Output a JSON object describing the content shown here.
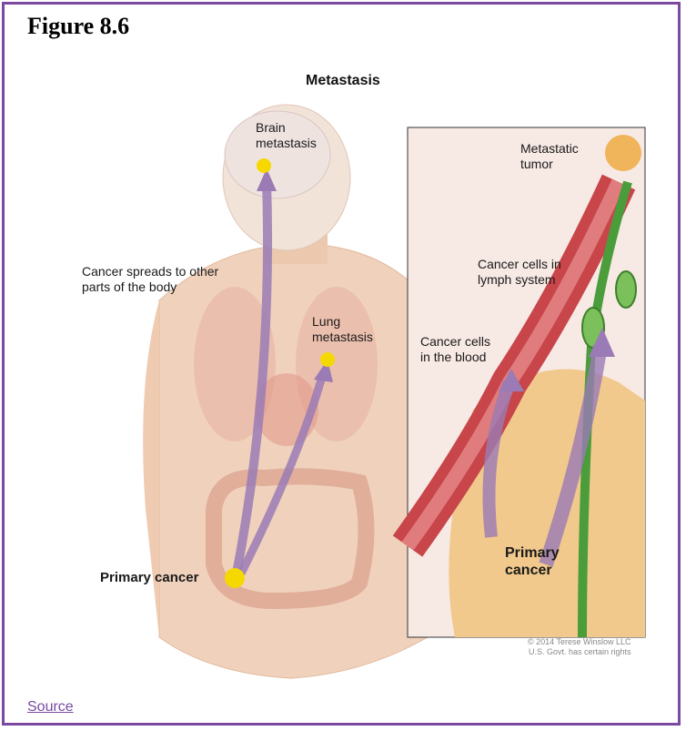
{
  "figure_title": "Figure 8.6",
  "diagram": {
    "title": "Metastasis",
    "labels": {
      "brain": "Brain\nmetastasis",
      "spreads": "Cancer spreads to other\nparts of the body",
      "lung": "Lung\nmetastasis",
      "primary_left": "Primary cancer",
      "metastatic_tumor": "Metastatic\ntumor",
      "lymph": "Cancer cells in\nlymph system",
      "blood": "Cancer cells\nin the blood",
      "primary_right": "Primary\ncancer"
    },
    "copyright": "© 2014 Terese Winslow LLC\nU.S. Govt. has certain rights"
  },
  "source_link": "Source"
}
